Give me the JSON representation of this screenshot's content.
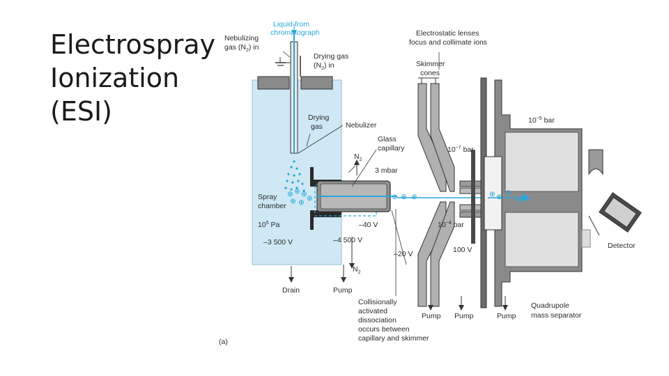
{
  "slide": {
    "title_lines": [
      "Electrospray",
      "Ionization",
      "(ESI)"
    ]
  },
  "diagram": {
    "panel_label": "(a)",
    "labels": {
      "liquid_line1": "Liquid from",
      "liquid_line2": "chromatograph",
      "nebulizing_line1": "Nebulizing",
      "nebulizing_line2_a": "gas (N",
      "nebulizing_line2_sub": "2",
      "nebulizing_line2_b": ") in",
      "drying_gas_in_line1": "Drying gas",
      "drying_gas_in_line2_a": "(N",
      "drying_gas_in_line2_sub": "2",
      "drying_gas_in_line2_b": ") in",
      "drying_gas_line1": "Drying",
      "drying_gas_line2": "gas",
      "nebulizer": "Nebulizer",
      "glass_capillary_line1": "Glass",
      "glass_capillary_line2": "capillary",
      "n2_a": "N",
      "n2_sub": "2",
      "mbar3": "3 mbar",
      "spray_line1": "Spray",
      "spray_line2": "chamber",
      "pa_a": "10",
      "pa_sup": "5",
      "pa_b": " Pa",
      "v3500": "–3 500 V",
      "v4500": "–4 500 V",
      "v40": "–40 V",
      "v20": "–20 V",
      "v100": "100 V",
      "lenses_line1": "Electrostatic lenses",
      "lenses_line2": "focus and collimate ions",
      "skimmer_line1": "Skimmer",
      "skimmer_line2": "cones",
      "bar5_a": "10",
      "bar5_sup": "−5",
      "bar5_b": " bar",
      "bar7_a": "10",
      "bar7_sup": "−7",
      "bar7_b": " bar",
      "bar4_a": "10",
      "bar4_sup": "−4",
      "bar4_b": " bar",
      "n2_bottom_a": "N",
      "n2_bottom_sub": "2",
      "drain": "Drain",
      "pump1": "Pump",
      "pump2": "Pump",
      "pump3": "Pump",
      "pump4": "Pump",
      "cad_line1": "Collisionally",
      "cad_line2": "activated",
      "cad_line3": "dissociation",
      "cad_line4": "occurs between",
      "cad_line5": "capillary and skimmer",
      "quad_line1": "Quadrupole",
      "quad_line2": "mass separator",
      "detector": "Detector",
      "ground_symbol": "−"
    },
    "colors": {
      "spray_chamber": "#cfe8f4",
      "ion_blue": "#2aa6d8",
      "metal_dark": "#4a4a4a",
      "metal_mid": "#9a9a9a",
      "metal_light": "#c8c8c8"
    }
  }
}
